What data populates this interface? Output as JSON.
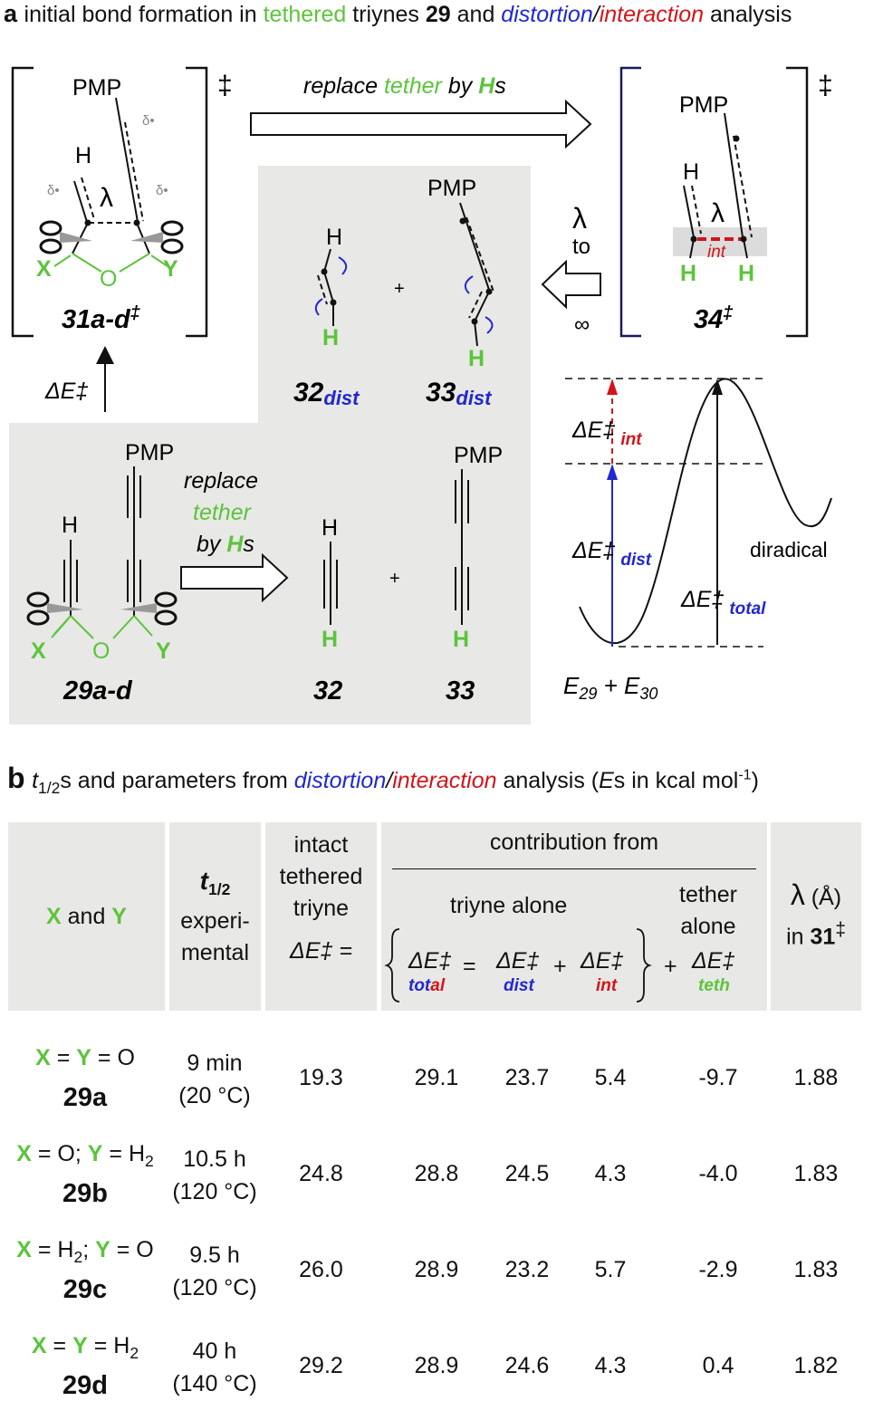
{
  "part_a": {
    "letter": "a",
    "title_pre": "initial bond formation in ",
    "title_tethered": "tethered",
    "title_mid": " triynes ",
    "title_num": "29",
    "title_and": " and ",
    "title_distortion": "distortion",
    "title_slash": "/",
    "title_interaction": "interaction",
    "title_post": " analysis",
    "replace_top": {
      "pre": "replace ",
      "tether": "tether",
      "by": " by ",
      "H": "H",
      "s": "s"
    },
    "replace_bottom": {
      "l1": "replace",
      "l2": "tether",
      "l3_pre": "by ",
      "l3_H": "H",
      "l3_s": "s"
    },
    "ts31": {
      "label": "31a-d",
      "dagger": "‡",
      "pmp": "PMP",
      "h": "H",
      "x": "X",
      "y": "Y",
      "o": "O",
      "lambda": "λ",
      "delta": "δ•"
    },
    "ts34": {
      "label": "34",
      "dagger": "‡",
      "pmp": "PMP",
      "h": "H",
      "hl": "H",
      "hr": "H",
      "lambda": "λ",
      "int": "int"
    },
    "lambda_to": {
      "lambda": "λ",
      "to": "to",
      "inf": "∞"
    },
    "delta_e": "ΔE‡",
    "frag32dist": {
      "h_top": "H",
      "h_bot": "H",
      "num": "32",
      "sub": "dist"
    },
    "frag33dist": {
      "pmp": "PMP",
      "h": "H",
      "num": "33",
      "sub": "dist"
    },
    "plus": "+",
    "mol29": {
      "label": "29a-d",
      "pmp": "PMP",
      "h": "H",
      "x": "X",
      "y": "Y",
      "o": "O"
    },
    "mol32": {
      "h_top": "H",
      "h_bot": "H",
      "label": "32"
    },
    "mol33": {
      "pmp": "PMP",
      "h": "H",
      "label": "33"
    },
    "energy": {
      "de": "ΔE‡",
      "int": "int",
      "dist": "dist",
      "total": "total",
      "diradical": "diradical",
      "e29": "E",
      "e29_sub": "29",
      "plus": " + ",
      "e30": "E",
      "e30_sub": "30"
    }
  },
  "part_b": {
    "letter": "b",
    "title_t": "t",
    "title_sub": "1/2",
    "title_s": "s and parameters from ",
    "title_distortion": "distortion",
    "title_slash": "/",
    "title_interaction": "interaction",
    "title_post": " analysis (",
    "title_E": "E",
    "title_units": "s in kcal mol",
    "title_sup": "-1",
    "title_close": ")",
    "headers": {
      "xy_x": "X",
      "xy_and": " and ",
      "xy_y": "Y",
      "t12_t": "t",
      "t12_sub": "1/2",
      "t12_l2": "experi-",
      "t12_l3": "mental",
      "intact_l1": "intact",
      "intact_l2": "tethered",
      "intact_l3": "triyne",
      "intact_de": "ΔE‡ =",
      "contribution": "contribution from",
      "triyne_alone": "triyne alone",
      "tether_alone_l1": "tether",
      "tether_alone_l2": "alone",
      "de": "ΔE‡",
      "eq": "=",
      "plus": "+",
      "total": "total",
      "dist": "dist",
      "int": "int",
      "teth": "teth",
      "lambda": "λ",
      "lambda_unit": " (Å)",
      "lambda_in": "in ",
      "lambda_num": "31",
      "lambda_dag": "‡"
    },
    "rows": [
      {
        "x": "X",
        "eq1": " = ",
        "y": "Y",
        "rest": " = O",
        "yv": "",
        "tail": "",
        "compound": "29a",
        "t1": "9 min",
        "t2": "(20 °C)",
        "intact": "19.3",
        "total": "29.1",
        "dist": "23.7",
        "int": "5.4",
        "teth": "-9.7",
        "lambda": "1.88"
      },
      {
        "x": "X",
        "eq1": " = O; ",
        "y": "Y",
        "rest": " = H",
        "yv": "2",
        "tail": "",
        "compound": "29b",
        "t1": "10.5 h",
        "t2": "(120 °C)",
        "intact": "24.8",
        "total": "28.8",
        "dist": "24.5",
        "int": "4.3",
        "teth": "-4.0",
        "lambda": "1.83"
      },
      {
        "x": "X",
        "eq1": " = H",
        "y": "Y",
        "rest": "; ",
        "yv": "2",
        "tail": " = O",
        "compound": "29c",
        "t1": "9.5 h",
        "t2": "(120 °C)",
        "intact": "26.0",
        "total": "28.9",
        "dist": "23.2",
        "int": "5.7",
        "teth": "-2.9",
        "lambda": "1.83"
      },
      {
        "x": "X",
        "eq1": " = ",
        "y": "Y",
        "rest": " = H",
        "yv": "2",
        "tail": "",
        "compound": "29d",
        "t1": "40 h",
        "t2": "(140 °C)",
        "intact": "29.2",
        "total": "28.9",
        "dist": "24.6",
        "int": "4.3",
        "teth": "0.4",
        "lambda": "1.82"
      }
    ]
  },
  "colors": {
    "green": "#5cc43c",
    "blue": "#2128d0",
    "red": "#d3141a",
    "panel": "#e8e8e6"
  }
}
